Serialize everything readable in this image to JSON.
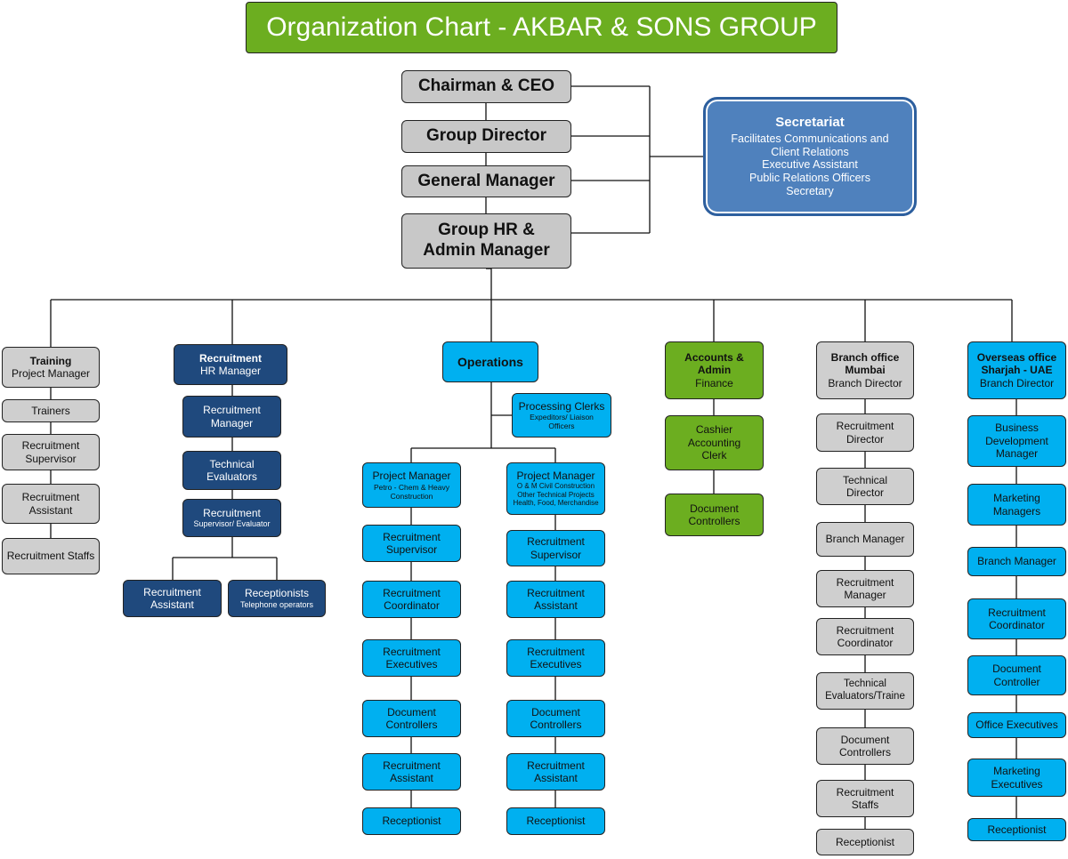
{
  "title": "Organization Chart - AKBAR & SONS GROUP",
  "executive": {
    "chairman": "Chairman & CEO",
    "group_director": "Group Director",
    "general_manager": "General Manager",
    "hr_admin_line1": "Group HR &",
    "hr_admin_line2": "Admin Manager"
  },
  "secretariat": {
    "title": "Secretariat",
    "lines": [
      "Facilitates Communications and",
      "Client Relations",
      "Executive Assistant",
      "Public Relations Officers",
      "Secretary"
    ]
  },
  "training": {
    "head": "Training",
    "sub": "Project Manager",
    "items": [
      "Trainers",
      "Recruitment Supervisor",
      "Recruitment Assistant",
      "Recruitment Staffs"
    ]
  },
  "recruitment": {
    "head": "Recruitment",
    "sub": "HR Manager",
    "manager": "Recruitment Manager",
    "technical_evaluators": "Technical Evaluators",
    "supervisor_head": "Recruitment",
    "supervisor_sub": "Supervisor/ Evaluator",
    "assistant": "Recruitment Assistant",
    "receptionists_head": "Receptionists",
    "receptionists_sub": "Telephone operators"
  },
  "operations": {
    "head": "Operations",
    "processing_head": "Processing Clerks",
    "processing_sub": "Expeditors/ Liaison Officers",
    "pm1_head": "Project Manager",
    "pm1_sub": "Petro - Chem & Heavy Construction",
    "pm2_head": "Project Manager",
    "pm2_sub1": "O & M Civil Construction",
    "pm2_sub2": "Other Technical Projects",
    "pm2_sub3": "Health, Food, Merchandise",
    "col1": [
      "Recruitment Supervisor",
      "Recruitment Coordinator",
      "Recruitment Executives",
      "Document Controllers",
      "Recruitment Assistant",
      "Receptionist"
    ],
    "col2": [
      "Recruitment Supervisor",
      "Recruitment Assistant",
      "Recruitment Executives",
      "Document Controllers",
      "Recruitment Assistant",
      "Receptionist"
    ]
  },
  "accounts": {
    "head_line1": "Accounts &",
    "head_line2": "Admin",
    "sub": "Finance",
    "items": [
      "Cashier Accounting Clerk",
      "Document Controllers"
    ]
  },
  "mumbai": {
    "head_line1": "Branch office",
    "head_line2": "Mumbai",
    "sub": "Branch Director",
    "items": [
      "Recruitment Director",
      "Technical Director",
      "Branch Manager",
      "Recruitment Manager",
      "Recruitment Coordinator",
      "Technical Evaluators/Traine",
      "Document Controllers",
      "Recruitment Staffs",
      "Receptionist"
    ]
  },
  "sharjah": {
    "head_line1": "Overseas office",
    "head_line2": "Sharjah - UAE",
    "sub": "Branch Director",
    "items": [
      "Business Development Manager",
      "Marketing Managers",
      "Branch Manager",
      "Recruitment Coordinator",
      "Document Controller",
      "Office Executives",
      "Marketing Executives",
      "Receptionist"
    ]
  },
  "colors": {
    "green": "#6cae20",
    "grey": "#cfcfcf",
    "navy": "#1f497d",
    "cyan": "#00b0f0",
    "secretariat_blue": "#4f81bd"
  }
}
